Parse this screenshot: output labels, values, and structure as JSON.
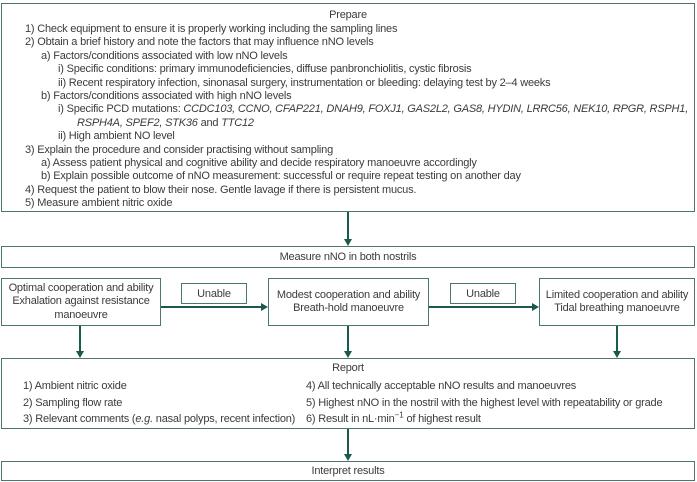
{
  "colors": {
    "box_border": "#4b776d",
    "arrow": "#1a5a4c",
    "text": "#3b3b3b"
  },
  "prepare": {
    "title": "Prepare",
    "lines": [
      {
        "indent": 1,
        "segments": [
          {
            "t": "1) Check equipment to ensure it is properly working including the sampling lines"
          }
        ]
      },
      {
        "indent": 1,
        "segments": [
          {
            "t": "2) Obtain a brief history and note the factors that may influence nNO levels"
          }
        ]
      },
      {
        "indent": 2,
        "segments": [
          {
            "t": "a) Factors/conditions associated with low nNO levels"
          }
        ]
      },
      {
        "indent": 3,
        "segments": [
          {
            "t": "i) Specific conditions: primary immunodeficiencies, diffuse panbronchiolitis, cystic fibrosis"
          }
        ]
      },
      {
        "indent": 3,
        "segments": [
          {
            "t": "ii) Recent respiratory infection, sinonasal surgery, instrumentation or bleeding: delaying test by 2–4 weeks"
          }
        ]
      },
      {
        "indent": 2,
        "segments": [
          {
            "t": "b) Factors/conditions associated with high nNO levels"
          }
        ]
      },
      {
        "indent": 3,
        "segments": [
          {
            "t": "i) Specific PCD mutations: "
          },
          {
            "t": "CCDC103, CCNO, CFAP221, DNAH9, FOXJ1, GAS2L2, GAS8, HYDIN, LRRC56, NEK10, RPGR, RSPH1, RSPH4A, SPEF2, STK36",
            "i": true
          },
          {
            "t": " and "
          },
          {
            "t": "TTC12",
            "i": true
          }
        ]
      },
      {
        "indent": 3,
        "segments": [
          {
            "t": "ii) High ambient NO level"
          }
        ]
      },
      {
        "indent": 1,
        "segments": [
          {
            "t": "3) Explain the procedure and consider practising without sampling"
          }
        ]
      },
      {
        "indent": 2,
        "segments": [
          {
            "t": "a) Assess patient physical and cognitive ability and decide respiratory manoeuvre accordingly"
          }
        ]
      },
      {
        "indent": 2,
        "segments": [
          {
            "t": "b) Explain possible outcome of nNO measurement: successful or require repeat testing on another day"
          }
        ]
      },
      {
        "indent": 1,
        "segments": [
          {
            "t": "4) Request the patient to blow their nose. Gentle lavage if there is persistent mucus."
          }
        ]
      },
      {
        "indent": 1,
        "segments": [
          {
            "t": "5) Measure ambient nitric oxide"
          }
        ]
      }
    ]
  },
  "measure": {
    "label": "Measure nNO in both nostrils"
  },
  "options": [
    {
      "title": "Optimal cooperation and ability",
      "subtitle": "Exhalation against resistance manoeuvre"
    },
    {
      "title": "Modest cooperation and ability",
      "subtitle": "Breath-hold manoeuvre"
    },
    {
      "title": "Limited cooperation and ability",
      "subtitle": "Tidal breathing manoeuvre"
    }
  ],
  "unable": [
    "Unable",
    "Unable"
  ],
  "report": {
    "title": "Report",
    "left_items": [
      {
        "segments": [
          {
            "t": "1) Ambient nitric oxide"
          }
        ]
      },
      {
        "segments": [
          {
            "t": "2) Sampling flow rate"
          }
        ]
      },
      {
        "segments": [
          {
            "t": "3) Relevant comments ("
          },
          {
            "t": "e.g.",
            "i": true
          },
          {
            "t": " nasal polyps, recent infection)"
          }
        ]
      }
    ],
    "right_items": [
      {
        "segments": [
          {
            "t": "4) All technically acceptable nNO results and manoeuvres"
          }
        ]
      },
      {
        "segments": [
          {
            "t": "5) Highest nNO in the nostril with the highest level with repeatability or grade"
          }
        ]
      },
      {
        "segments": [
          {
            "t": "6) Result in nL·min"
          },
          {
            "t": "−1",
            "sup": true
          },
          {
            "t": " of highest result"
          }
        ]
      }
    ]
  },
  "interpret": {
    "label": "Interpret results"
  }
}
